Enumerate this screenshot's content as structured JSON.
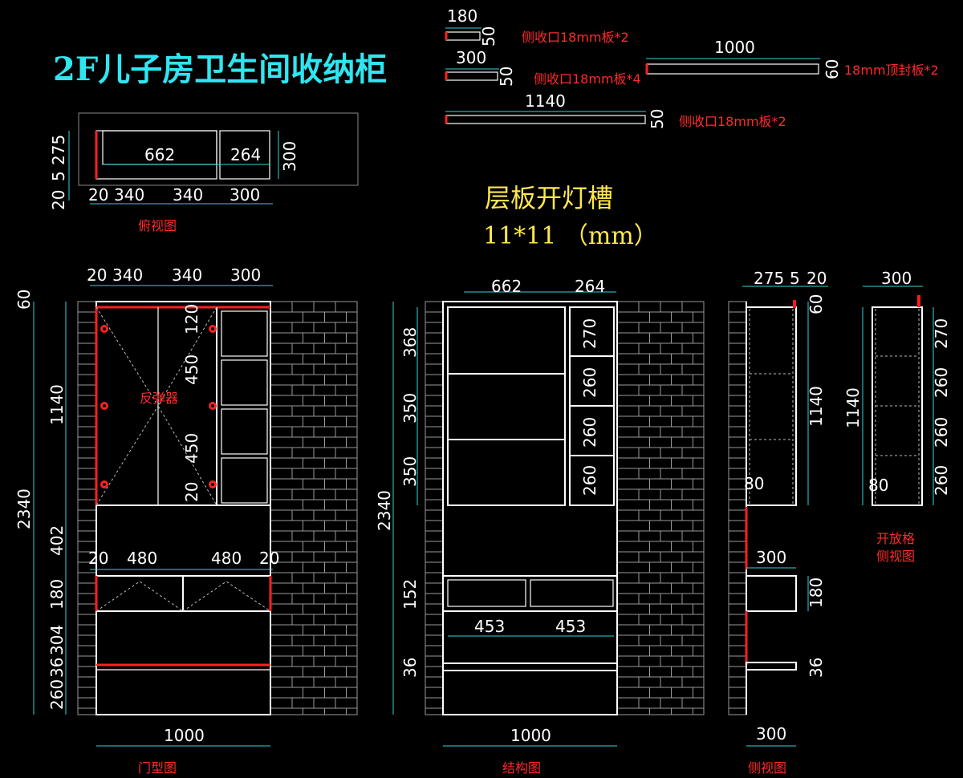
{
  "title": "2F儿子房卫生间收纳柜",
  "light_groove": {
    "title": "层板开灯槽",
    "size": "11*11 （mm）"
  },
  "parts": {
    "p180": {
      "len": "180",
      "w": "50",
      "label": "侧收口18mm板*2"
    },
    "p300": {
      "len": "300",
      "w": "50",
      "label": "侧收口18mm板*4"
    },
    "p1000": {
      "len": "1000",
      "w": "60",
      "label": "18mm顶封板*2"
    },
    "p1140": {
      "len": "1140",
      "w": "50",
      "label": "侧收口18mm板*2"
    }
  },
  "top_view": {
    "label": "俯视图",
    "w662": "662",
    "w264": "264",
    "h300": "300",
    "h275": "275",
    "h20": "20",
    "h5": "5",
    "b20": "20",
    "b340a": "340",
    "b340b": "340",
    "b300": "300"
  },
  "door_view": {
    "label": "门型图",
    "mirror": "反弹器",
    "top20": "20",
    "top340a": "340",
    "top340b": "340",
    "top300": "300",
    "h60": "60",
    "h2340": "2340",
    "h1140": "1140",
    "h402": "402",
    "h180": "180",
    "h304": "304",
    "h36": "36",
    "h260": "260",
    "i120": "120",
    "i450a": "450",
    "i450b": "450",
    "i20": "20",
    "d20a": "20",
    "d480a": "480",
    "d480b": "480",
    "d20b": "20",
    "w1000": "1000"
  },
  "structure_view": {
    "label": "结构图",
    "w662": "662",
    "w264": "264",
    "h368": "368",
    "h350a": "350",
    "h350b": "350",
    "h2340": "2340",
    "s270": "270",
    "s260a": "260",
    "s260b": "260",
    "s260c": "260",
    "h152": "152",
    "d453a": "453",
    "d453b": "453",
    "h36": "36",
    "w1000": "1000"
  },
  "side_view": {
    "label": "侧视图",
    "t275": "275",
    "t5": "5",
    "t20": "20",
    "h60": "60",
    "h1140": "1140",
    "d80": "80",
    "d300": "300",
    "h180": "180",
    "h36": "36",
    "w300": "300"
  },
  "open_grid_side": {
    "label1": "开放格",
    "label2": "侧视图",
    "w300": "300",
    "h270": "270",
    "h260a": "260",
    "h260b": "260",
    "h260c": "260",
    "h1140": "1140",
    "d80": "80"
  }
}
